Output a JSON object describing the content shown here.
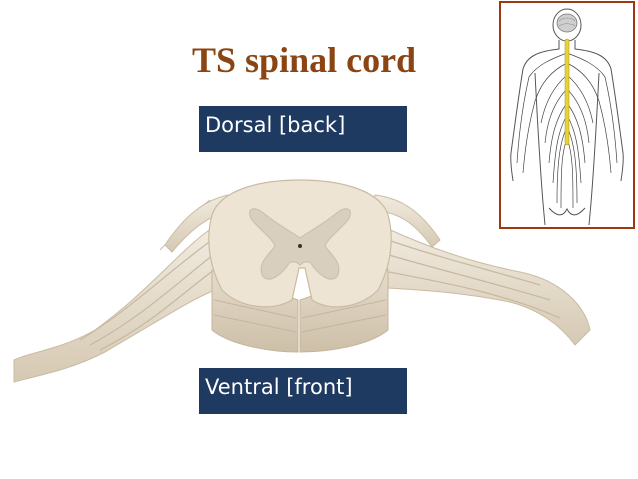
{
  "slide": {
    "title": "TS spinal cord",
    "title_color": "#8b4513",
    "label_bg_color": "#1f3a60",
    "label_text_color": "#ffffff",
    "dorsal_label": "Dorsal [back]",
    "ventral_label": "Ventral [front]"
  },
  "illustration": {
    "white_matter_color": "#ede4d3",
    "grey_matter_color": "#d8cfbf",
    "nerve_color": "#e6dcc9",
    "body_panel_border_color": "#9b3a12",
    "spinal_cord_highlight_color": "#e8d23a"
  }
}
